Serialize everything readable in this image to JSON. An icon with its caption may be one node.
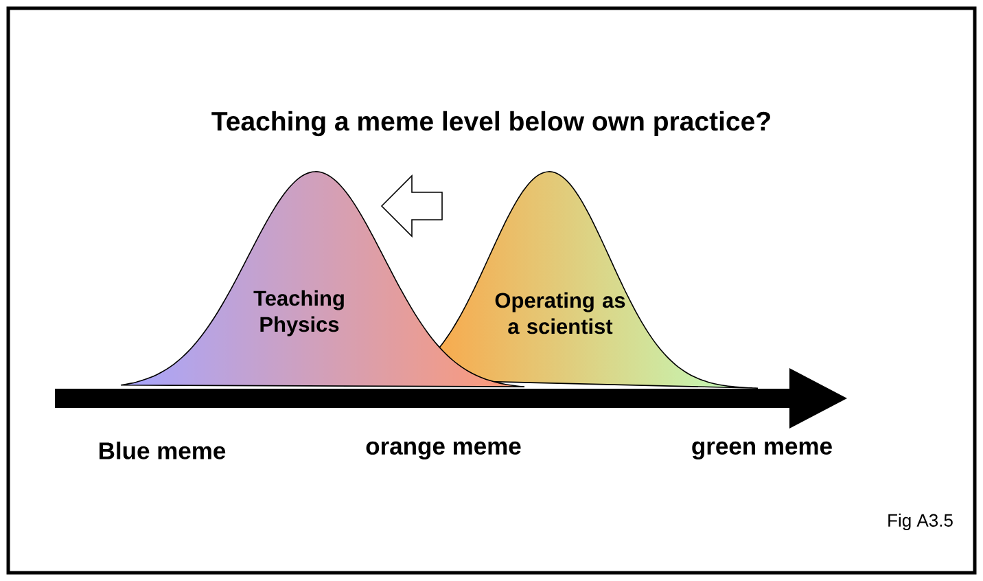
{
  "diagram": {
    "title": "Teaching a meme level below own practice?",
    "nodes": [
      {
        "text": [
          "Teaching Physics"
        ]
      },
      {
        "text": [
          "Operating as a scientist"
        ]
      }
    ],
    "labels": [
      "Blue meme",
      "orange meme",
      "green meme",
      "Fig A3.5"
    ]
  }
}
